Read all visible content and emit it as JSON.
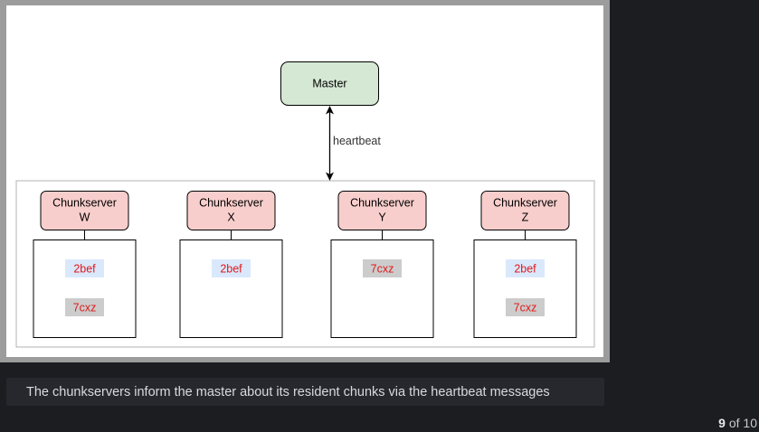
{
  "diagram": {
    "master": {
      "label": "Master"
    },
    "connector": {
      "label": "heartbeat"
    },
    "chunkservers": [
      {
        "name": "Chunkserver",
        "id": "W",
        "chunks": [
          {
            "label": "2bef",
            "kind": "a"
          },
          {
            "label": "7cxz",
            "kind": "b"
          }
        ]
      },
      {
        "name": "Chunkserver",
        "id": "X",
        "chunks": [
          {
            "label": "2bef",
            "kind": "a"
          }
        ]
      },
      {
        "name": "Chunkserver",
        "id": "Y",
        "chunks": [
          {
            "label": "7cxz",
            "kind": "b"
          }
        ]
      },
      {
        "name": "Chunkserver",
        "id": "Z",
        "chunks": [
          {
            "label": "2bef",
            "kind": "a"
          },
          {
            "label": "7cxz",
            "kind": "b"
          }
        ]
      }
    ]
  },
  "colors": {
    "master_fill": "#d5e8d4",
    "chunkserver_fill": "#f8cecc",
    "chunk_a_fill": "#dae8fc",
    "chunk_b_fill": "#cccccc",
    "chunk_text": "#e01a1a"
  },
  "caption": {
    "text": "The chunkservers inform the master about its resident chunks via the heartbeat messages"
  },
  "pager": {
    "current": "9",
    "separator": "of",
    "total": "10"
  }
}
